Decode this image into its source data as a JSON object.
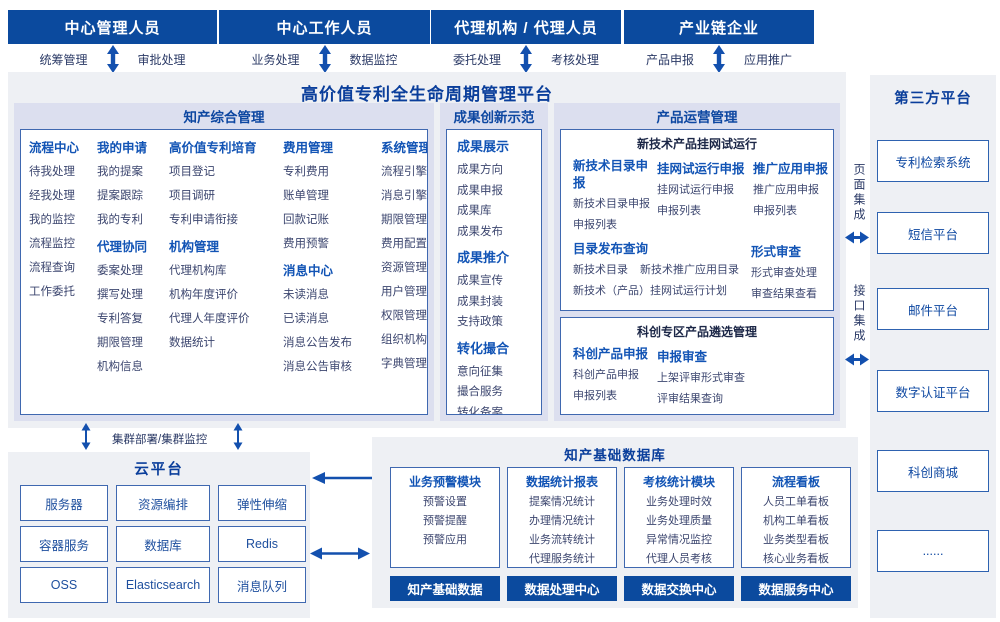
{
  "colors": {
    "primary_blue": "#0b4a9e",
    "header_text_blue": "#1254b5",
    "item_text": "#3c466f",
    "panel_grey": "#eef0f4",
    "section_lavender": "#dcdfef",
    "box_border_blue": "#3f68b0",
    "arrow_blue": "#1350ae"
  },
  "top_roles": [
    {
      "title": "中心管理人员",
      "left_label": "统筹管理",
      "right_label": "审批处理"
    },
    {
      "title": "中心工作人员",
      "left_label": "业务处理",
      "right_label": "数据监控"
    },
    {
      "title": "代理机构 / 代理人员",
      "left_label": "委托处理",
      "right_label": "考核处理"
    },
    {
      "title": "产业链企业",
      "left_label": "产品申报",
      "right_label": "应用推广"
    }
  ],
  "platform": {
    "title": "高价值专利全生命周期管理平台"
  },
  "ip_mgmt": {
    "title": "知产综合管理",
    "columns": [
      {
        "blocks": [
          {
            "header": "流程中心",
            "items": [
              "待我处理",
              "经我处理",
              "我的监控",
              "流程监控",
              "流程查询",
              "工作委托"
            ]
          }
        ]
      },
      {
        "blocks": [
          {
            "header": "我的申请",
            "items": [
              "我的提案",
              "提案跟踪",
              "我的专利"
            ]
          },
          {
            "header": "代理协同",
            "items": [
              "委案处理",
              "撰写处理",
              "专利答复",
              "期限管理",
              "机构信息"
            ]
          }
        ]
      },
      {
        "blocks": [
          {
            "header": "高价值专利培育",
            "items": [
              "项目登记",
              "项目调研",
              "专利申请衔接"
            ]
          },
          {
            "header": "机构管理",
            "items": [
              "代理机构库",
              "机构年度评价",
              "代理人年度评价",
              "数据统计"
            ]
          }
        ]
      },
      {
        "blocks": [
          {
            "header": "费用管理",
            "items": [
              "专利费用",
              "账单管理",
              "回款记账",
              "费用预警"
            ]
          },
          {
            "header": "消息中心",
            "items": [
              "未读消息",
              "已读消息",
              "消息公告发布",
              "消息公告审核"
            ]
          }
        ]
      },
      {
        "blocks": [
          {
            "header": "系统管理",
            "items": [
              "流程引擎",
              "消息引擎",
              "期限管理",
              "费用配置",
              "资源管理",
              "用户管理",
              "权限管理",
              "组织机构",
              "字典管理"
            ]
          }
        ]
      }
    ]
  },
  "achievement": {
    "title": "成果创新示范",
    "blocks": [
      {
        "header": "成果展示",
        "items": [
          "成果方向",
          "成果申报",
          "成果库",
          "成果发布"
        ]
      },
      {
        "header": "成果推介",
        "items": [
          "成果宣传",
          "成果封装",
          "支持政策"
        ]
      },
      {
        "header": "转化撮合",
        "items": [
          "意向征集",
          "撮合服务",
          "转化备案"
        ]
      }
    ]
  },
  "product_ops": {
    "title": "产品运营管理",
    "sub_boxes": [
      {
        "title": "新技术产品挂网试运行",
        "group_rows": [
          [
            {
              "header": "新技术目录申报",
              "items": [
                "新技术目录申报",
                "申报列表"
              ]
            },
            {
              "header": "挂网试运行申报",
              "items": [
                "挂网试运行申报",
                "申报列表"
              ]
            },
            {
              "header": "推广应用申报",
              "items": [
                "推广应用申报",
                "申报列表"
              ]
            }
          ],
          [
            {
              "header": "目录发布查询",
              "items": [
                [
                  "新技术目录",
                  "新技术推广应用目录"
                ],
                "新技术（产品）挂网试运行计划"
              ]
            },
            {
              "header": "形式审查",
              "items": [
                "形式审查处理",
                "审查结果查看"
              ]
            }
          ]
        ]
      },
      {
        "title": "科创专区产品遴选管理",
        "group_rows": [
          [
            {
              "header": "科创产品申报",
              "items": [
                "科创产品申报",
                "申报列表"
              ]
            },
            {
              "header": "申报审查",
              "items": [
                "上架评审形式审查",
                "评审结果查询"
              ]
            }
          ]
        ]
      }
    ]
  },
  "cluster_label": "集群部署/集群监控",
  "cloud": {
    "title": "云平台",
    "items": [
      "服务器",
      "资源编排",
      "弹性伸缩",
      "容器服务",
      "数据库",
      "Redis",
      "OSS",
      "Elasticsearch",
      "消息队列"
    ]
  },
  "db": {
    "title": "知产基础数据库",
    "modules": [
      {
        "header": "业务预警模块",
        "items": [
          "预警设置",
          "预警提醒",
          "预警应用"
        ]
      },
      {
        "header": "数据统计报表",
        "items": [
          "提案情况统计",
          "办理情况统计",
          "业务流转统计",
          "代理服务统计"
        ]
      },
      {
        "header": "考核统计模块",
        "items": [
          "业务处理时效",
          "业务处理质量",
          "异常情况监控",
          "代理人员考核"
        ]
      },
      {
        "header": "流程看板",
        "items": [
          "人员工单看板",
          "机构工单看板",
          "业务类型看板",
          "核心业务看板"
        ]
      }
    ],
    "centers": [
      "知产基础数据",
      "数据处理中心",
      "数据交换中心",
      "数据服务中心"
    ]
  },
  "integration": {
    "page": "页面集成",
    "interface": "接口集成"
  },
  "third_party": {
    "title": "第三方平台",
    "items": [
      "专利检索系统",
      "短信平台",
      "邮件平台",
      "数字认证平台",
      "科创商城",
      "......"
    ]
  }
}
